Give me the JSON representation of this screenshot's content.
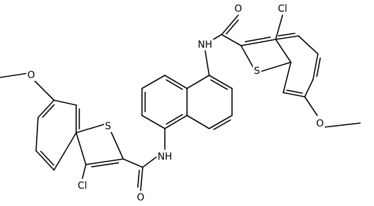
{
  "molecule": {
    "atoms": [
      {
        "el": "O"
      },
      {
        "el": "NH"
      },
      {
        "el": "Cl"
      },
      {
        "el": "S"
      },
      {
        "el": "O"
      },
      {
        "el": "O"
      },
      {
        "el": "S"
      },
      {
        "el": "NH"
      },
      {
        "el": "Cl"
      },
      {
        "el": "O"
      }
    ]
  },
  "colors": {
    "ink": "#000000",
    "background": "#ffffff"
  }
}
